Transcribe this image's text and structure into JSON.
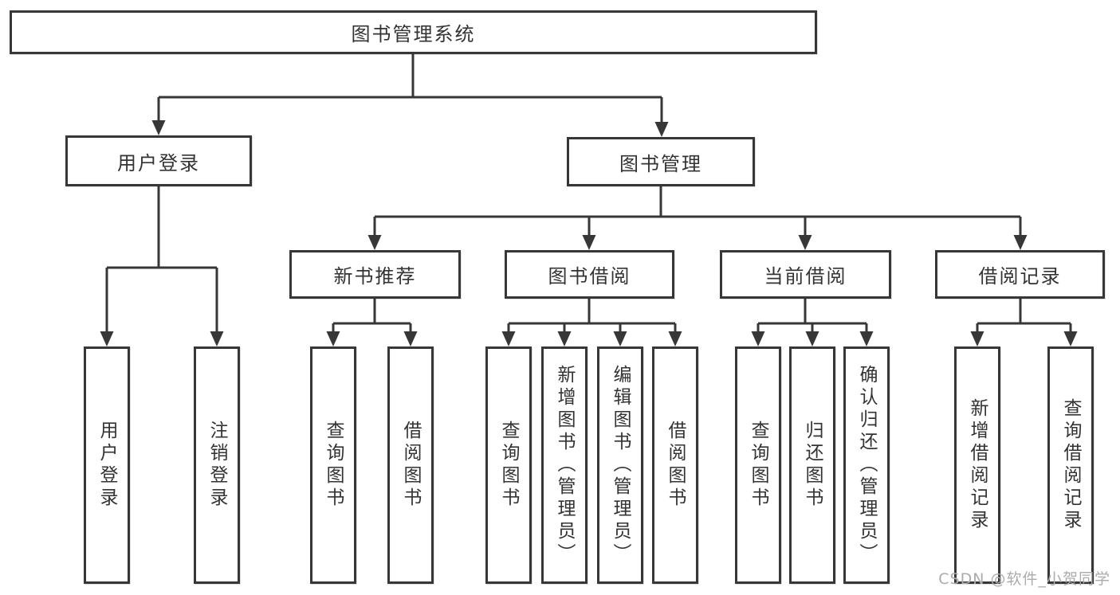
{
  "diagram": {
    "root": {
      "label": "图书管理系统"
    },
    "level2": [
      {
        "label": "用户登录"
      },
      {
        "label": "图书管理"
      }
    ],
    "level3": [
      {
        "label": "新书推荐"
      },
      {
        "label": "图书借阅"
      },
      {
        "label": "当前借阅"
      },
      {
        "label": "借阅记录"
      }
    ],
    "leaves": {
      "user_login": [
        "用户登录",
        "注销登录"
      ],
      "new_books": [
        "查询图书",
        "借阅图书"
      ],
      "book_borrowing": [
        "查询图书",
        "新增图书（管理员）",
        "编辑图书（管理员）",
        "借阅图书"
      ],
      "current_borrowing": [
        "查询图书",
        "归还图书",
        "确认归还（管理员）"
      ],
      "borrowing_records": [
        "新增借阅记录",
        "查询借阅记录"
      ]
    }
  },
  "watermark": "CSDN @软件_小贺同学",
  "colors": {
    "line": "#373737",
    "border": "#373737",
    "text": "#333333",
    "watermark": "#ABABAB",
    "background": "#FFFFFF"
  }
}
